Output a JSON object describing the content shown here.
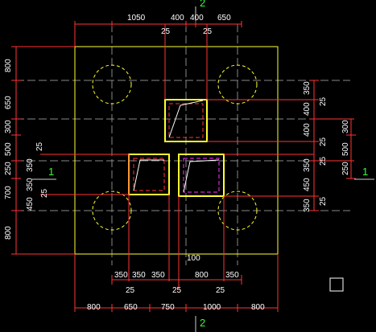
{
  "axes": {
    "axis_2_top": "2",
    "axis_2_bottom": "2",
    "axis_1_left": "1",
    "axis_1_right": "1"
  },
  "dims": {
    "top": {
      "a": "1050",
      "b": "400",
      "c": "400",
      "d": "650",
      "e": "25",
      "f": "25"
    },
    "left": {
      "a": "800",
      "b": "650",
      "c": "300",
      "d": "500",
      "e": "250",
      "f": "350",
      "g": "700",
      "h": "350",
      "i": "450",
      "j": "800",
      "k": "25",
      "l": "25"
    },
    "right_inner": {
      "a": "350",
      "b": "25",
      "c": "400",
      "d": "400",
      "e": "25",
      "f": "350",
      "g": "25",
      "h": "450",
      "i": "350",
      "j": "25"
    },
    "right_outer": {
      "a": "300",
      "b": "500",
      "c": "250"
    },
    "bottom_inner": {
      "a": "100",
      "b": "350",
      "c": "350",
      "d": "350",
      "e": "25",
      "f": "25",
      "g": "800",
      "h": "350",
      "i": "25"
    },
    "bottom": {
      "a": "800",
      "b": "650",
      "c": "750",
      "d": "1000",
      "e": "800"
    }
  },
  "colors": {
    "background": "#000000",
    "dimension": "#ff3333",
    "outline": "#ffff33",
    "text": "#ffffff",
    "axis": "#33ff33",
    "magenta": "#ff33ff"
  }
}
